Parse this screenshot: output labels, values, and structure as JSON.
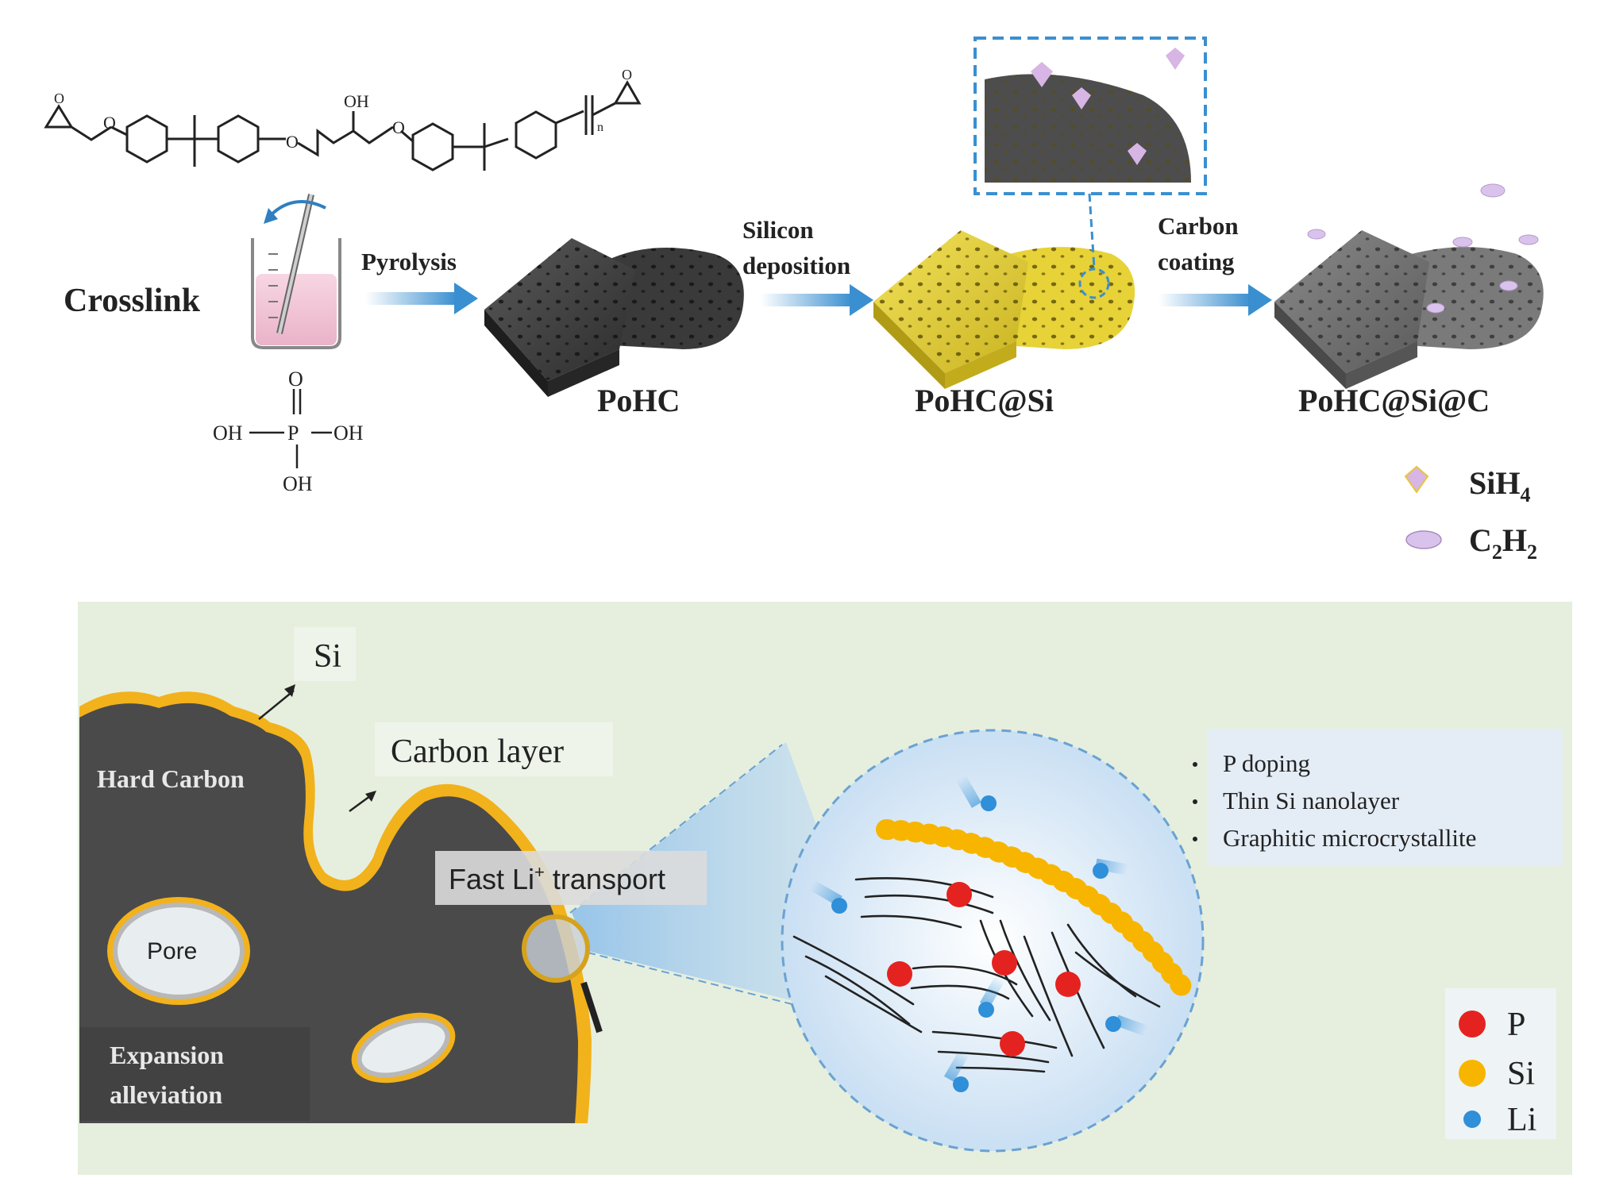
{
  "stages": {
    "start_label": "Crosslink",
    "arrow1_label": "Pyrolysis",
    "product1": "PoHC",
    "arrow2_line1": "Silicon",
    "arrow2_line2": "deposition",
    "product2": "PoHC@Si",
    "arrow3_line1": "Carbon",
    "arrow3_line2": "coating",
    "product3": "PoHC@Si@C"
  },
  "chemistry": {
    "epoxy_oh": "OH",
    "epoxy_n": "n",
    "phosphoric_o": "O",
    "phosphoric_p": "P",
    "phosphoric_oh_left": "OH",
    "phosphoric_oh_right": "OH",
    "phosphoric_oh_bottom": "OH"
  },
  "gas_legend": {
    "sih4_base": "SiH",
    "sih4_sub": "4",
    "c2h2_c": "C",
    "c2h2_sub1": "2",
    "c2h2_h": "H",
    "c2h2_sub2": "2"
  },
  "bottom_panel": {
    "si_label": "Si",
    "carbon_layer_label": "Carbon layer",
    "hard_carbon_label": "Hard Carbon",
    "pore_label": "Pore",
    "expansion_line1": "Expansion",
    "expansion_line2": "alleviation",
    "li_transport_prefix": "Fast Li",
    "li_transport_sup": "+",
    "li_transport_suffix": " transport",
    "features": [
      "P doping",
      "Thin Si nanolayer",
      "Graphitic microcrystallite"
    ],
    "legend": [
      {
        "label": "P",
        "color": "#e42320"
      },
      {
        "label": "Si",
        "color": "#f7b500"
      },
      {
        "label": "Li",
        "color": "#2f8fd8"
      }
    ]
  },
  "colors": {
    "panel_bg": "#e6efde",
    "hard_carbon": "#4a4a4a",
    "si_yellow": "#f2b21c",
    "arrow_blue": "#3a8fd0"
  }
}
